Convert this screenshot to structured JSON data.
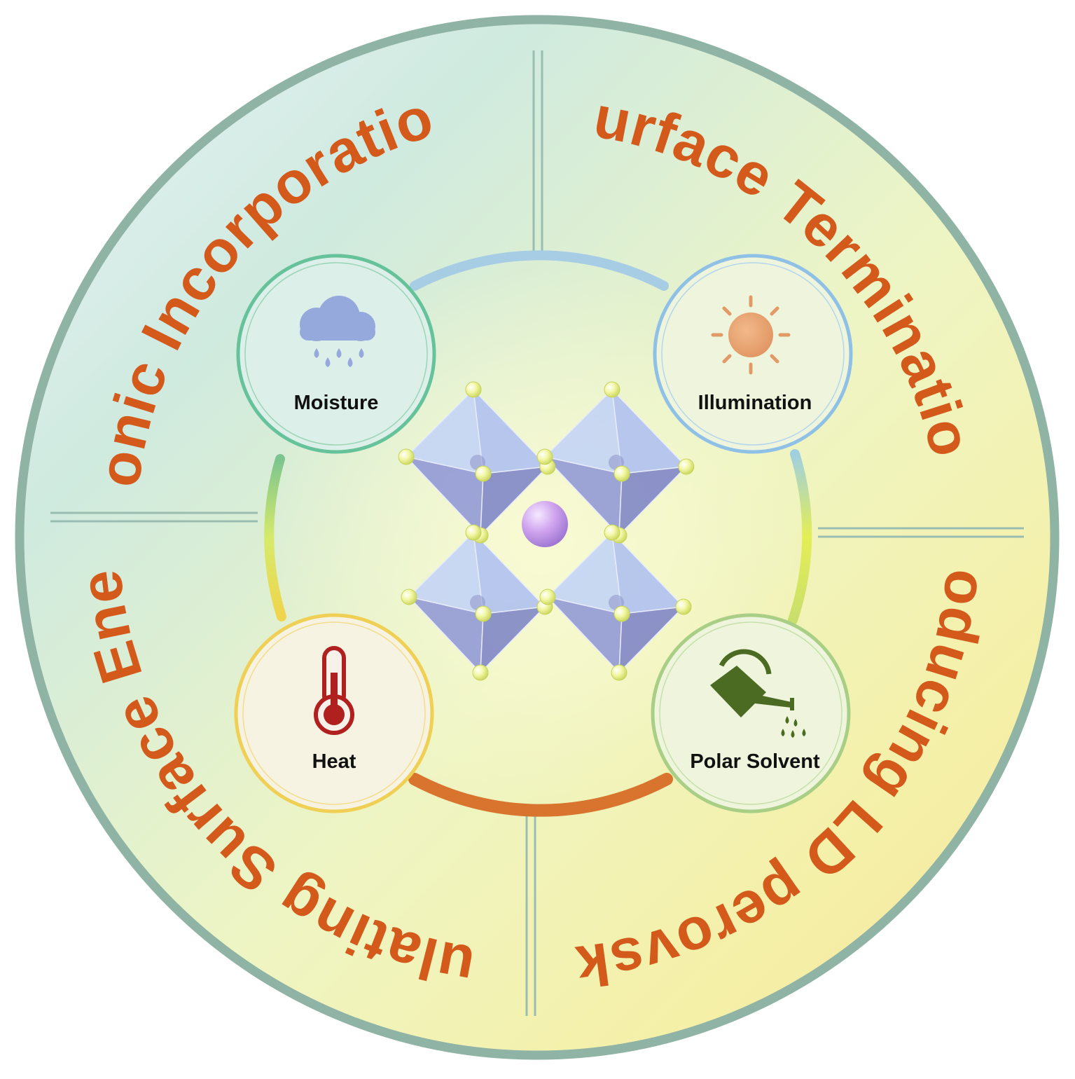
{
  "strategies": {
    "top_left": "Ionic Incorporation",
    "top_right": "Surface Termination",
    "bottom_right": "Introducing LD perovskites",
    "bottom_left": "Regulating Surface Energy"
  },
  "factors": {
    "moisture": {
      "label": "Moisture",
      "icon": "rain-cloud-icon"
    },
    "illumination": {
      "label": "Illumination",
      "icon": "sun-icon"
    },
    "heat": {
      "label": "Heat",
      "icon": "thermometer-icon"
    },
    "polar_solvent": {
      "label": "Polar Solvent",
      "icon": "watering-can-icon"
    }
  },
  "center": {
    "icon": "perovskite-octahedra-structure"
  },
  "colors": {
    "strategy_text": "#d45a1c",
    "outer_ring": "#8fb3a4",
    "moisture_ring": "#66c29a",
    "illumination_ring": "#8fc0e6",
    "heat_ring": "#f0cf55",
    "polar_solvent_ring": "#a9cf86",
    "octahedra": "#a7b8ee",
    "corner_atom": "#f2f7a0",
    "center_atom": "#c89ce9"
  }
}
